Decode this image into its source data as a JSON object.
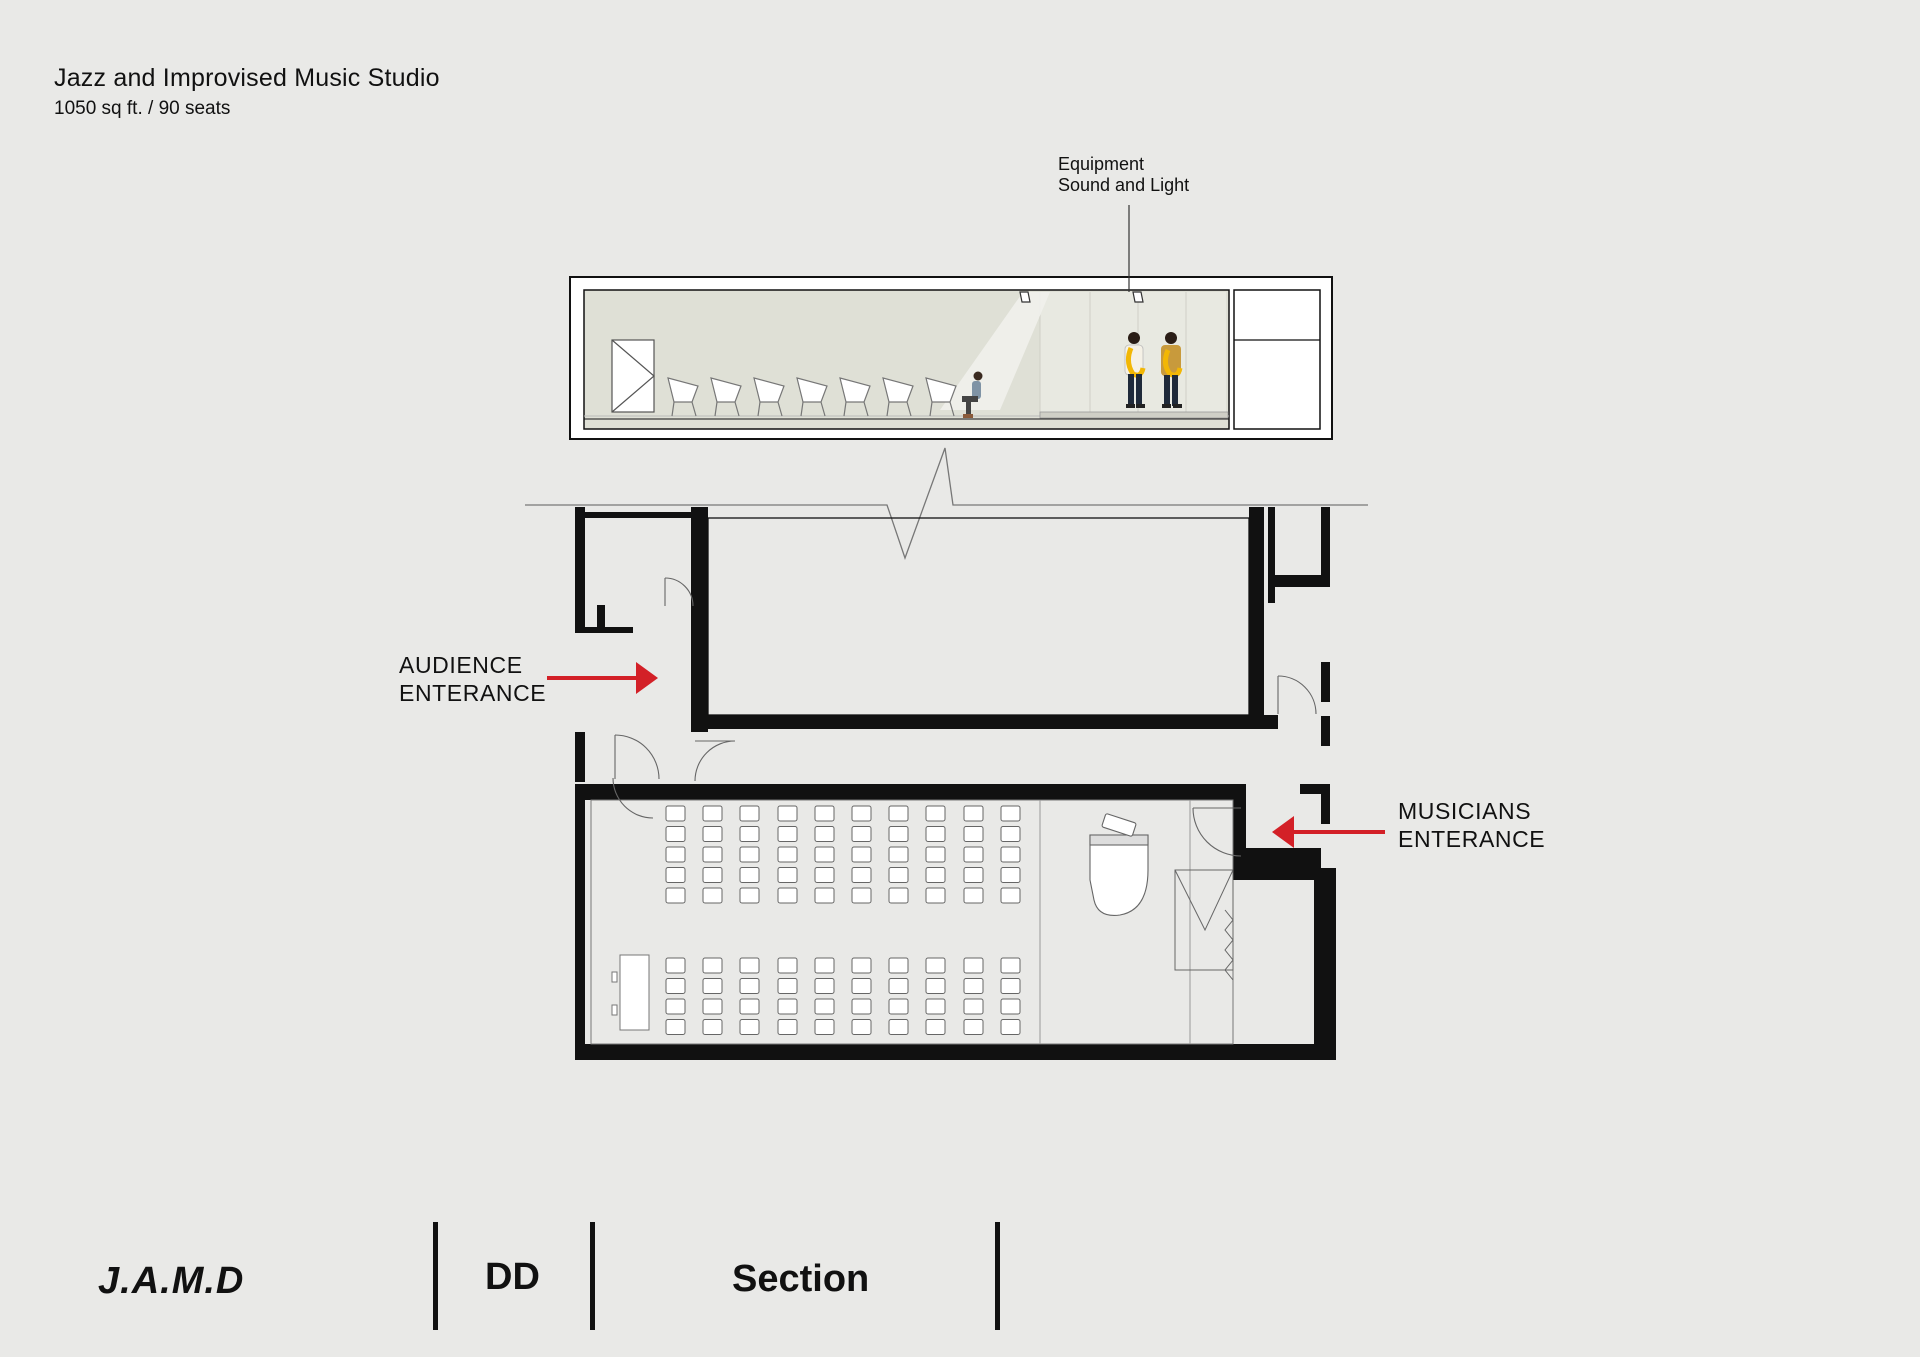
{
  "header": {
    "title": "Jazz and Improvised Music Studio",
    "subtitle": "1050 sq ft. / 90 seats"
  },
  "section": {
    "equipment_label_line1": "Equipment",
    "equipment_label_line2": "Sound and Light"
  },
  "entrances": {
    "audience_line1": "AUDIENCE",
    "audience_line2": "ENTERANCE",
    "musicians_line1": "MUSICIANS",
    "musicians_line2": "ENTERANCE"
  },
  "footer": {
    "brand": "J.A.M.D",
    "phase": "DD",
    "sheet": "Section"
  },
  "colors": {
    "background": "#e9e9e7",
    "wall": "#111111",
    "arrow": "#d32027",
    "room_fill": "#dfe0d6",
    "saxophone": "#f2b705"
  }
}
